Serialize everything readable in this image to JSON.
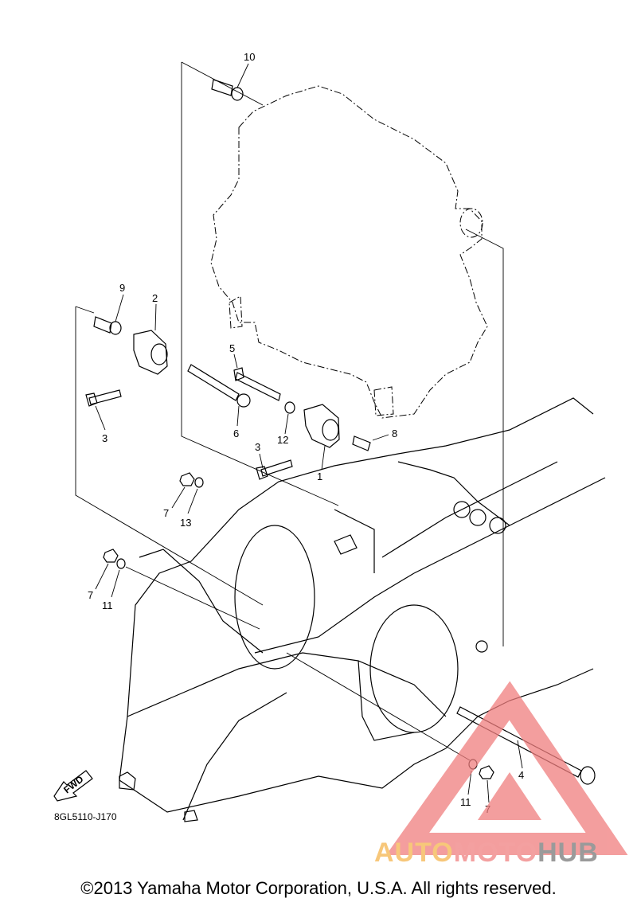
{
  "callouts": [
    {
      "id": "10",
      "label": "10"
    },
    {
      "id": "9",
      "label": "9"
    },
    {
      "id": "2",
      "label": "2"
    },
    {
      "id": "5",
      "label": "5"
    },
    {
      "id": "3a",
      "label": "3"
    },
    {
      "id": "6",
      "label": "6"
    },
    {
      "id": "12",
      "label": "12"
    },
    {
      "id": "8",
      "label": "8"
    },
    {
      "id": "3b",
      "label": "3"
    },
    {
      "id": "1",
      "label": "1"
    },
    {
      "id": "7a",
      "label": "7"
    },
    {
      "id": "13",
      "label": "13"
    },
    {
      "id": "7b",
      "label": "7"
    },
    {
      "id": "11a",
      "label": "11"
    },
    {
      "id": "4",
      "label": "4"
    },
    {
      "id": "11b",
      "label": "11"
    },
    {
      "id": "7c",
      "label": "7"
    }
  ],
  "fwd_label": "FWD",
  "diagram_ref": "8GL5110-J170",
  "copyright": "©2013 Yamaha Motor Corporation, U.S.A. All rights reserved.",
  "watermark": {
    "part1": "AUTO",
    "part2": "MOTO",
    "part3": "HUB",
    "colors": {
      "auto": "#f7c77a",
      "moto": "#f3a0a0",
      "hub": "#9a9a9a",
      "triangle": "#f07e7e"
    }
  }
}
